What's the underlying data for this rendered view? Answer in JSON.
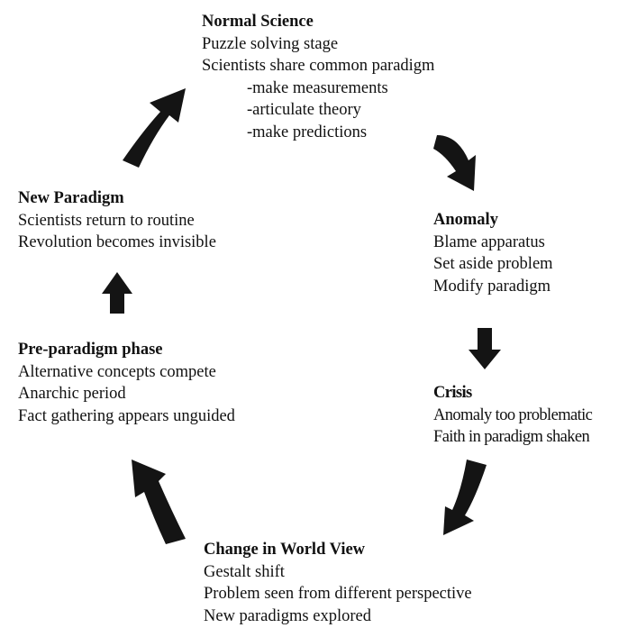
{
  "stages": {
    "normal_science": {
      "title": "Normal Science",
      "lines": [
        "Puzzle solving stage",
        "Scientists share common paradigm"
      ],
      "sub_items": [
        "-make measurements",
        "-articulate theory",
        "-make predictions"
      ]
    },
    "anomaly": {
      "title": "Anomaly",
      "lines": [
        "Blame apparatus",
        "Set aside problem",
        "Modify paradigm"
      ]
    },
    "crisis": {
      "title": "Crisis",
      "lines": [
        "Anomaly too problematic",
        "Faith in paradigm shaken"
      ]
    },
    "change_in_world_view": {
      "title": "Change in World View",
      "lines": [
        "Gestalt shift",
        "Problem seen from different perspective",
        "New paradigms explored"
      ]
    },
    "pre_paradigm_phase": {
      "title": "Pre-paradigm phase",
      "lines": [
        "Alternative concepts compete",
        "Anarchic period",
        "Fact gathering appears unguided"
      ]
    },
    "new_paradigm": {
      "title": "New Paradigm",
      "lines": [
        "Scientists return to routine",
        "Revolution becomes invisible"
      ]
    }
  },
  "colors": {
    "text": "#111111",
    "arrow": "#141414",
    "background": "#ffffff"
  }
}
